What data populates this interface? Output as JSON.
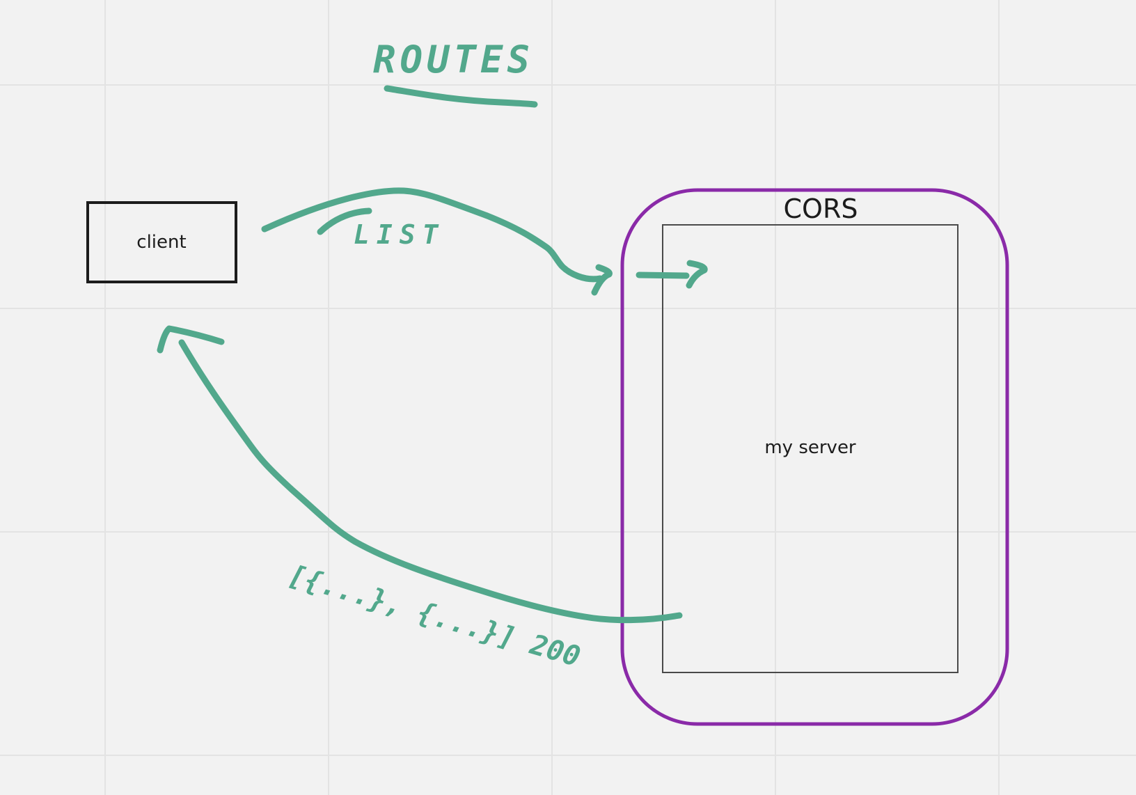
{
  "colors": {
    "canvas": "#f2f2f2",
    "grid": "#e3e3e3",
    "ink": "#52a88c",
    "cors_border": "#8a2aa8",
    "box_border": "#1c1c1c"
  },
  "nodes": {
    "client": {
      "label": "client"
    },
    "cors": {
      "label": "CORS"
    },
    "server": {
      "label": "my server"
    }
  },
  "handwriting": {
    "heading": {
      "text": "ROUTES"
    },
    "request_annotation": {
      "text": "LIST"
    },
    "response_annotation": {
      "text": "[{...}, {...}] 200"
    }
  },
  "edges": [
    {
      "from": "client",
      "to": "server",
      "annotation": "LIST"
    },
    {
      "from": "server",
      "to": "client",
      "annotation": "[{...}, {...}] 200"
    }
  ]
}
